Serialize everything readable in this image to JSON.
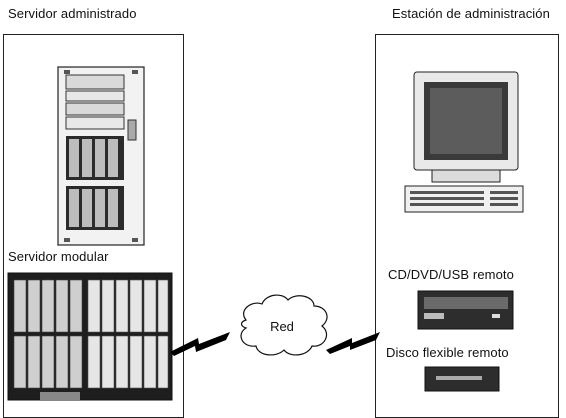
{
  "left_panel": {
    "title": "Servidor administrado",
    "modular_label": "Servidor modular"
  },
  "right_panel": {
    "title": "Estación de administración",
    "cd_label": "CD/DVD/USB remoto",
    "floppy_label": "Disco flexible remoto"
  },
  "network": {
    "label": "Red"
  },
  "icons": [
    "tower-server-icon",
    "blade-chassis-icon",
    "monitor-icon",
    "keyboard-icon",
    "optical-drive-icon",
    "floppy-drive-icon",
    "cloud-icon",
    "lightning-link-icon"
  ]
}
